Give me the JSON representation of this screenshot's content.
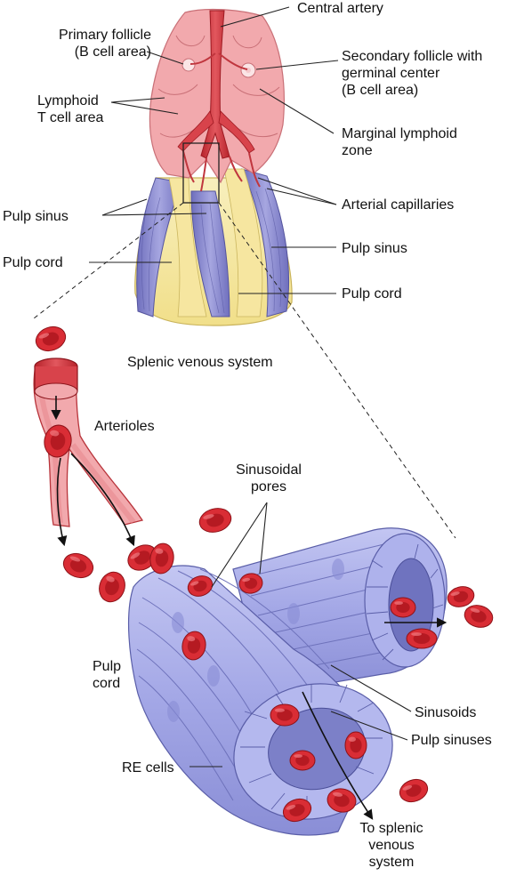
{
  "colors": {
    "arterial_red": "#d8434b",
    "white_pulp_pink": "#f2a9ad",
    "red_pulp_cord_yellow": "#f6e8a8",
    "pulp_sinus_lavender": "#8f8fd0",
    "sinusoid_blue": "#a4a8e6",
    "rbc_red": "#d92d35",
    "leader_line": "#222222"
  },
  "top_figure": {
    "title": "Splenic venous system",
    "labels": {
      "central_artery": "Central artery",
      "primary_follicle": [
        "Primary follicle",
        "(B cell area)"
      ],
      "secondary_follicle": [
        "Secondary follicle with",
        "germinal center",
        "(B cell area)"
      ],
      "lymphoid_t_cell_area": [
        "Lymphoid",
        "T cell area"
      ],
      "marginal_lymphoid_zone": [
        "Marginal lymphoid",
        "zone"
      ],
      "pulp_sinus_left": "Pulp sinus",
      "arterial_capillaries": "Arterial capillaries",
      "pulp_cord_left": "Pulp cord",
      "pulp_sinus_right": "Pulp sinus",
      "pulp_cord_right": "Pulp cord"
    }
  },
  "bottom_figure": {
    "labels": {
      "arterioles": "Arterioles",
      "sinusoidal_pores": [
        "Sinusoidal",
        "pores"
      ],
      "pulp_cord": [
        "Pulp",
        "cord"
      ],
      "sinusoids": "Sinusoids",
      "pulp_sinuses": "Pulp sinuses",
      "re_cells": "RE cells",
      "to_splenic_venous_system": [
        "To splenic",
        "venous",
        "system"
      ]
    }
  }
}
